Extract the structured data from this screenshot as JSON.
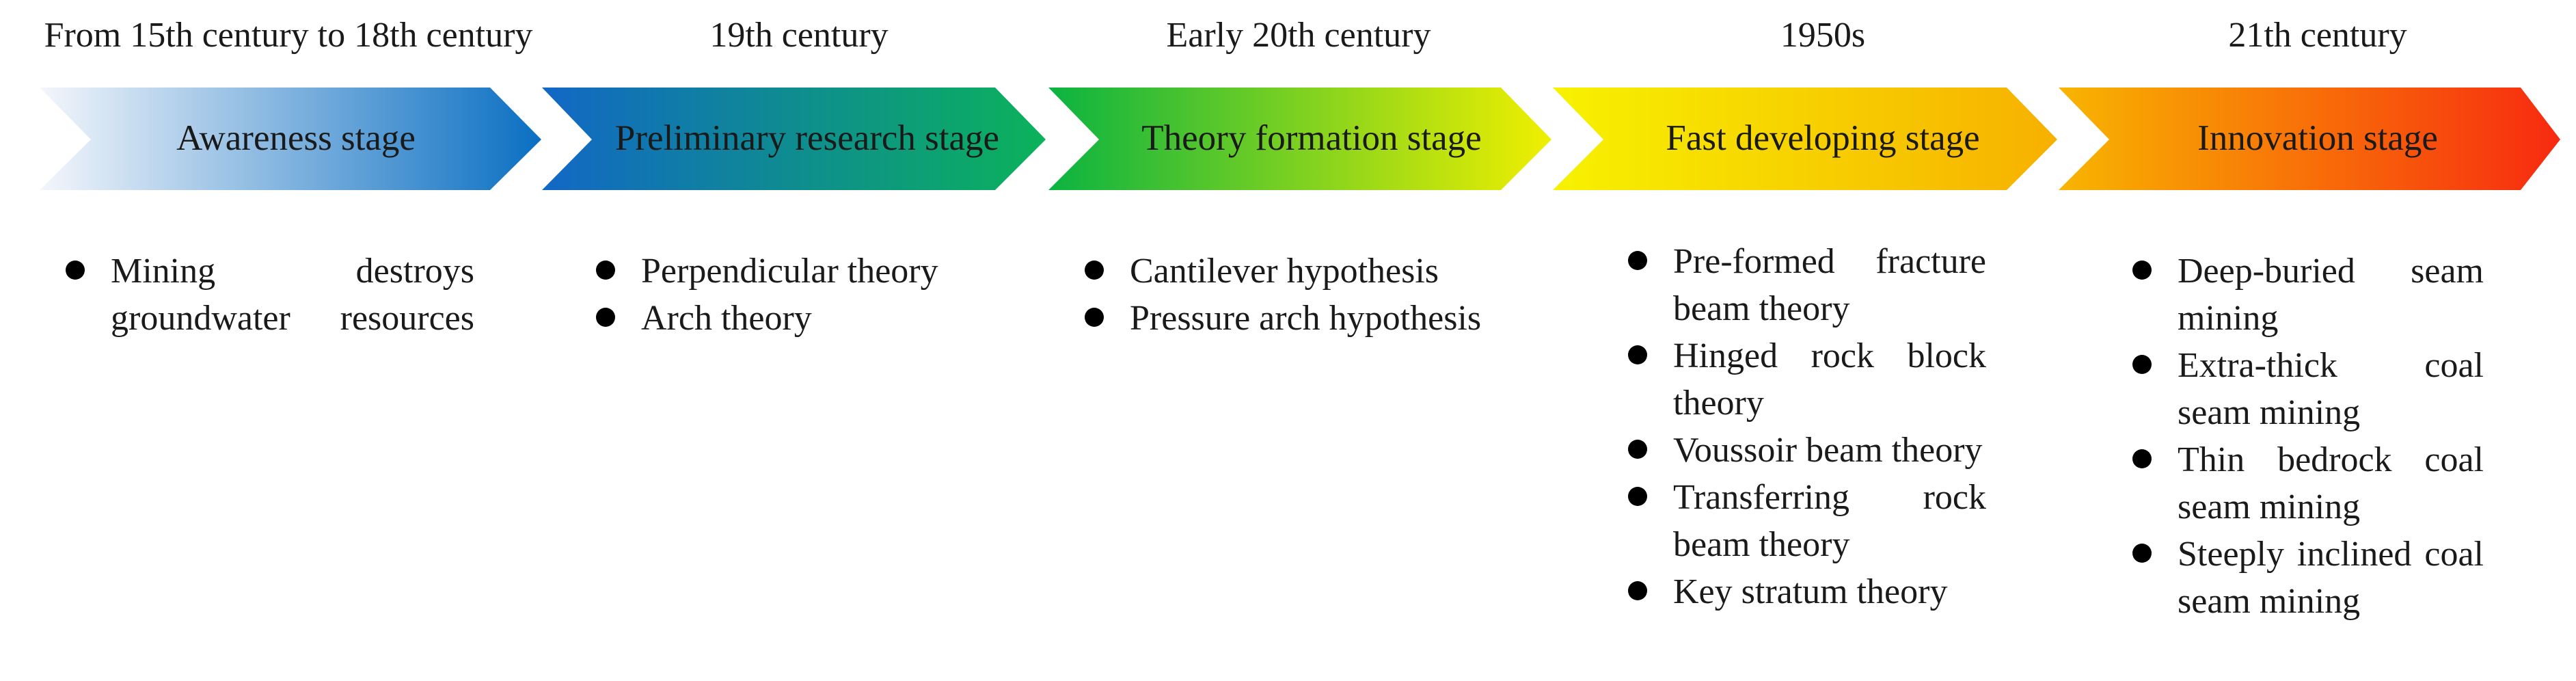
{
  "timeline": {
    "colors": {
      "awareness": [
        "#f4f6fb",
        "#0a6fc2"
      ],
      "preliminary": [
        "#1267c6",
        "#0bb25a"
      ],
      "theory": [
        "#0bb341",
        "#f0ef00"
      ],
      "fast": [
        "#f7f200",
        "#f7b000"
      ],
      "innovation": [
        "#f8b500",
        "#f72a10"
      ]
    },
    "stages": [
      {
        "era": "From 15th century to 18th century",
        "label": "Awareness stage",
        "items": [
          "Mining destroys groundwater resources"
        ]
      },
      {
        "era": "19th century",
        "label": "Preliminary research stage",
        "items": [
          "Perpendicular theory",
          "Arch theory"
        ]
      },
      {
        "era": "Early 20th century",
        "label": "Theory formation stage",
        "items": [
          "Cantilever hypothesis",
          "Pressure arch hypothesis"
        ]
      },
      {
        "era": "1950s",
        "label": "Fast developing stage",
        "items": [
          "Pre-formed fracture beam theory",
          "Hinged rock block theory",
          "Voussoir beam theory",
          "Transferring rock beam theory",
          "Key stratum theory"
        ]
      },
      {
        "era": "21th century",
        "label": "Innovation stage",
        "items": [
          "Deep-buried seam mining",
          "Extra-thick coal seam mining",
          "Thin bedrock coal seam mining",
          "Steeply inclined coal seam mining"
        ]
      }
    ]
  }
}
